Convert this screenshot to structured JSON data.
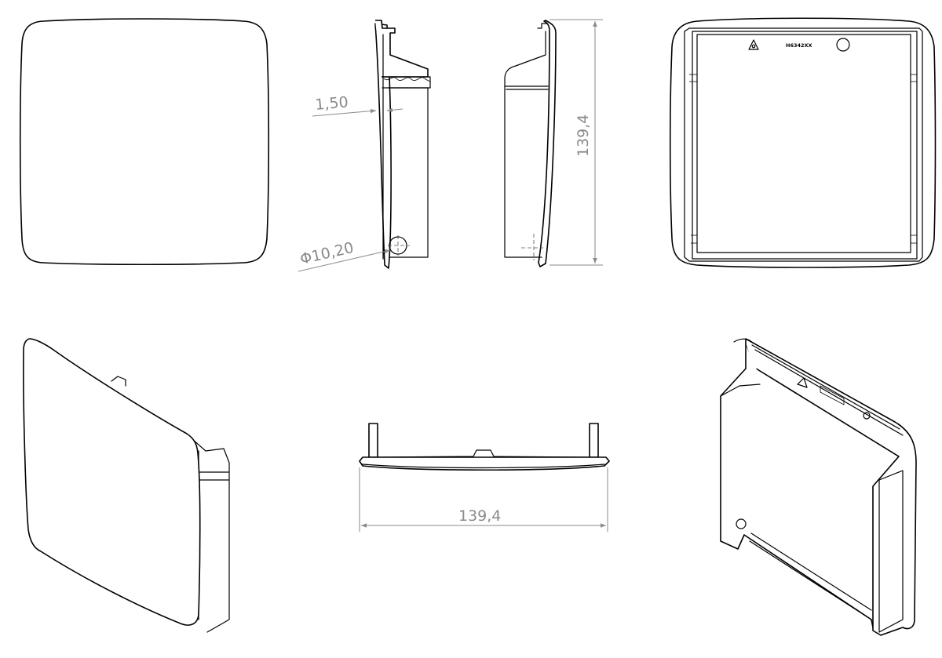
{
  "dimensions": {
    "wall_thickness": "1,50",
    "hole_diameter": "Φ10,20",
    "height": "139,4",
    "width": "139,4"
  },
  "part_marking": "H6342XX"
}
